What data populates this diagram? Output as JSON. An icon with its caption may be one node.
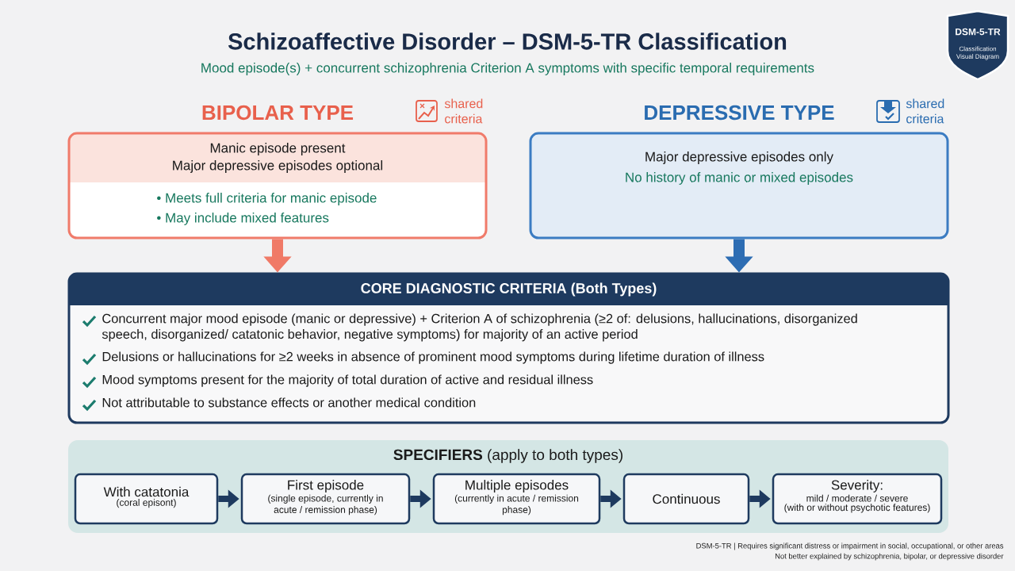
{
  "diagram": {
    "title": "Schizoaffective Disorder – DSM-5-TR Classification",
    "nodes": [
      {
        "text": [
          "DSM-5-TR",
          "Classification Visual Diagram"
        ]
      },
      {
        "text": [
          "BIPOLAR TYPE",
          "Manic episode present",
          "Major depressive episodes optional",
          "• Meets full criteria for manic episode",
          "• May include mixed features"
        ],
        "beside": [
          "shared criteria"
        ]
      },
      {
        "text": [
          "DEPRESSIVE TYPE",
          "Major depressive episodes only",
          "No history of manic or mixed episodes"
        ],
        "beside": [
          "shared criteria"
        ]
      },
      {
        "text": [
          "CORE DIAGNOSTIC CRITERIA (Both Types)",
          "Concurrent major mood episode (manic or depressive) + Criterion A of schizophrenia (≥2 of: delusions, hallucinations, disorganized speech, disorganized/ catatonic behavior, negative symptoms) for majority of an active period",
          "Delusions or hallucinations for ≥2 weeks in absence of prominent mood symptoms during lifetime duration of illness",
          "Mood symptoms present for the majority of total duration of active and residual illness",
          "Not attributable to substance effects or another medical condition"
        ]
      },
      {
        "text": [
          "**SPECIFIERS** (apply to both types)"
        ]
      },
      {
        "text": [
          "With catatonia",
          "(coral episont)"
        ],
        "in": 4
      },
      {
        "text": [
          "First episode",
          "(single episode, currently in acute / remission phase)"
        ],
        "in": 4
      },
      {
        "text": [
          "Multiple episodes",
          "(currently in acute / remission phase)"
        ],
        "in": 4
      },
      {
        "text": [
          "Continuous"
        ],
        "in": 4
      },
      {
        "text": [
          "Severity:",
          "mild / moderate / severe",
          "(with or without psychotic features)"
        ],
        "in": 4
      }
    ],
    "edges": [
      {
        "from": 1,
        "to": 3,
        "arrow": "to",
        "color": "#f07a67"
      },
      {
        "from": 2,
        "to": 3,
        "arrow": "to",
        "color": "#2d6db3"
      },
      {
        "from": 5,
        "to": 6,
        "arrow": "to"
      },
      {
        "from": 6,
        "to": 7,
        "arrow": "to"
      },
      {
        "from": 7,
        "to": 8,
        "arrow": "to"
      },
      {
        "from": 8,
        "to": 9,
        "arrow": "to"
      }
    ],
    "labels": [
      "Mood episode(s) + concurrent schizophrenia Criterion A symptoms with specific temporal requirements",
      "DSM-5-TR | Requires significant distress or impairment in social, occupational, or other areas",
      "Not better explained by schizophrenia, bipolar, or depressive disorder"
    ]
  }
}
